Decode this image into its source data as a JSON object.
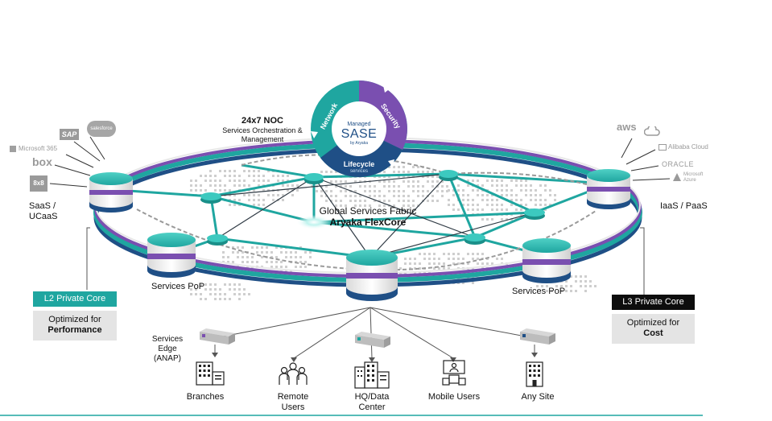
{
  "sase": {
    "managed": "Managed",
    "title": "SASE",
    "by": "by Aryaka",
    "network": "Network",
    "security": "Security",
    "lifecycle": "Lifecycle",
    "services": "services"
  },
  "noc": {
    "title": "24x7 NOC",
    "line1": "Services Orchestration &",
    "line2": "Management"
  },
  "fabric": {
    "line1": "Global Services Fabric",
    "line2": "Aryaka FlexCore"
  },
  "left_group": {
    "label1": "SaaS /",
    "label2": "UCaaS",
    "logos": [
      "SAP",
      "salesforce",
      "Microsoft 365",
      "box",
      "8x8"
    ]
  },
  "right_group": {
    "label": "IaaS / PaaS",
    "logos": [
      "aws",
      "Alibaba Cloud",
      "ORACLE",
      "Microsoft",
      "Azure"
    ]
  },
  "pops": {
    "left": "Services PoP",
    "right": "Services PoP"
  },
  "l2": {
    "tag": "L2 Private Core",
    "line1": "Optimized for",
    "line2": "Performance"
  },
  "l3": {
    "tag": "L3 Private Core",
    "line1": "Optimized for",
    "line2": "Cost"
  },
  "edge": {
    "line1": "Services",
    "line2": "Edge",
    "line3": "(ANAP)"
  },
  "destinations": [
    {
      "line1": "Branches",
      "line2": ""
    },
    {
      "line1": "Remote",
      "line2": "Users"
    },
    {
      "line1": "HQ/Data",
      "line2": "Center"
    },
    {
      "line1": "Mobile Users",
      "line2": ""
    },
    {
      "line1": "Any Site",
      "line2": ""
    }
  ],
  "colors": {
    "teal": "#1fa6a0",
    "teal_light": "#39c4bb",
    "purple": "#7a4fb0",
    "navy": "#1f4f86",
    "black": "#0d0d0d",
    "gray_box": "#e4e4e4"
  }
}
